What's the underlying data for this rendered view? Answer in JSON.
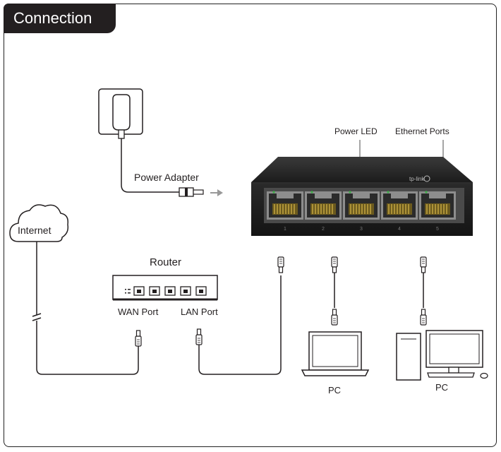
{
  "header": {
    "title": "Connection"
  },
  "labels": {
    "power_adapter": "Power Adapter",
    "power_led": "Power LED",
    "ethernet_ports": "Ethernet Ports",
    "internet": "Internet",
    "router": "Router",
    "wan_port": "WAN Port",
    "lan_port": "LAN Port",
    "pc_laptop": "PC",
    "pc_desktop": "PC"
  },
  "switch": {
    "brand": "tp-link",
    "port_numbers": [
      "1",
      "2",
      "3",
      "4",
      "5"
    ]
  },
  "colors": {
    "ink": "#231f20",
    "switch_body": "#1f1f1f",
    "led": "#3fae49",
    "copper": "#c9a227"
  }
}
